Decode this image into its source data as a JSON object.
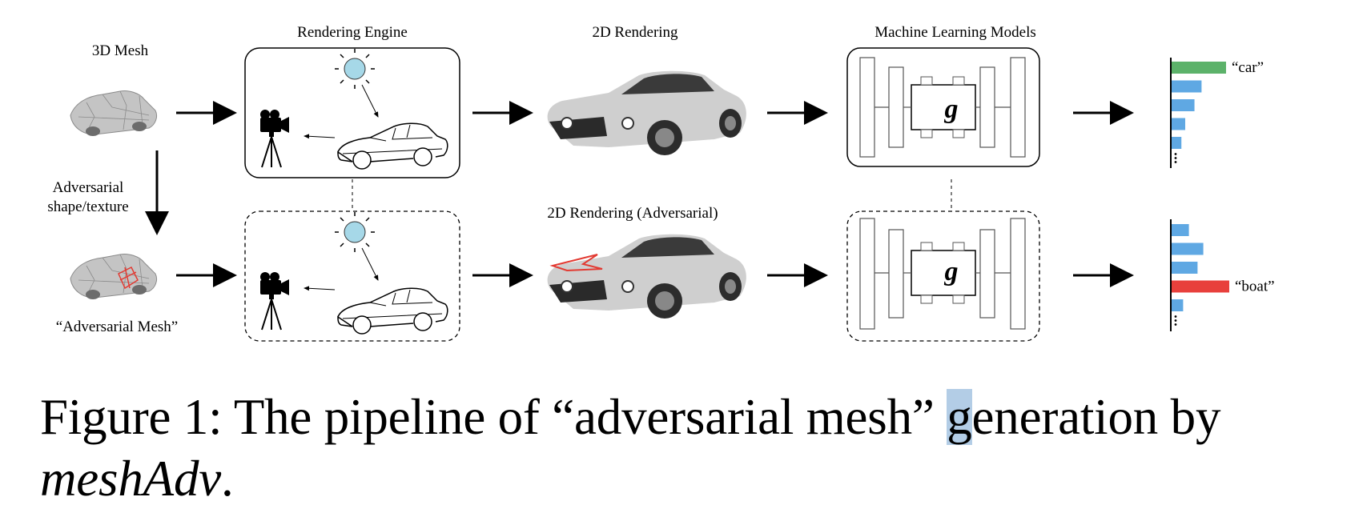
{
  "labels": {
    "mesh_title": "3D Mesh",
    "rendering_engine": "Rendering Engine",
    "rendering_2d": "2D Rendering",
    "ml_models": "Machine Learning Models",
    "adv_line1": "Adversarial",
    "adv_line2": "shape/texture",
    "rendering_2d_adv": "2D Rendering (Adversarial)",
    "adv_mesh": "“Adversarial Mesh”",
    "model_symbol": "g",
    "class_top": "“car”",
    "class_bottom": "“boat”"
  },
  "caption": {
    "text_before": "Figure 1: The pipeline of “adversarial mesh” ",
    "highlighted": "g",
    "text_after": "eneration by",
    "italic": "meshAdv",
    "period": "."
  },
  "chart_data": [
    {
      "type": "bar",
      "orientation": "horizontal",
      "categories": [
        "“car”",
        "",
        "",
        "",
        ""
      ],
      "values": [
        1.0,
        0.55,
        0.42,
        0.25,
        0.18
      ],
      "highlight_index": 0,
      "colors": [
        "#5cb26a",
        "#5fa8e3",
        "#5fa8e3",
        "#5fa8e3",
        "#5fa8e3"
      ]
    },
    {
      "type": "bar",
      "orientation": "horizontal",
      "categories": [
        "",
        "",
        "",
        "“boat”",
        ""
      ],
      "values": [
        0.3,
        0.55,
        0.45,
        1.0,
        0.2
      ],
      "highlight_index": 3,
      "colors": [
        "#5fa8e3",
        "#5fa8e3",
        "#5fa8e3",
        "#e8403c",
        "#5fa8e3"
      ]
    }
  ],
  "colors": {
    "sun": "#a6d8e8",
    "adv_red": "#e23b33",
    "car_body": "#c9c9c9",
    "box_stroke": "#444444"
  }
}
